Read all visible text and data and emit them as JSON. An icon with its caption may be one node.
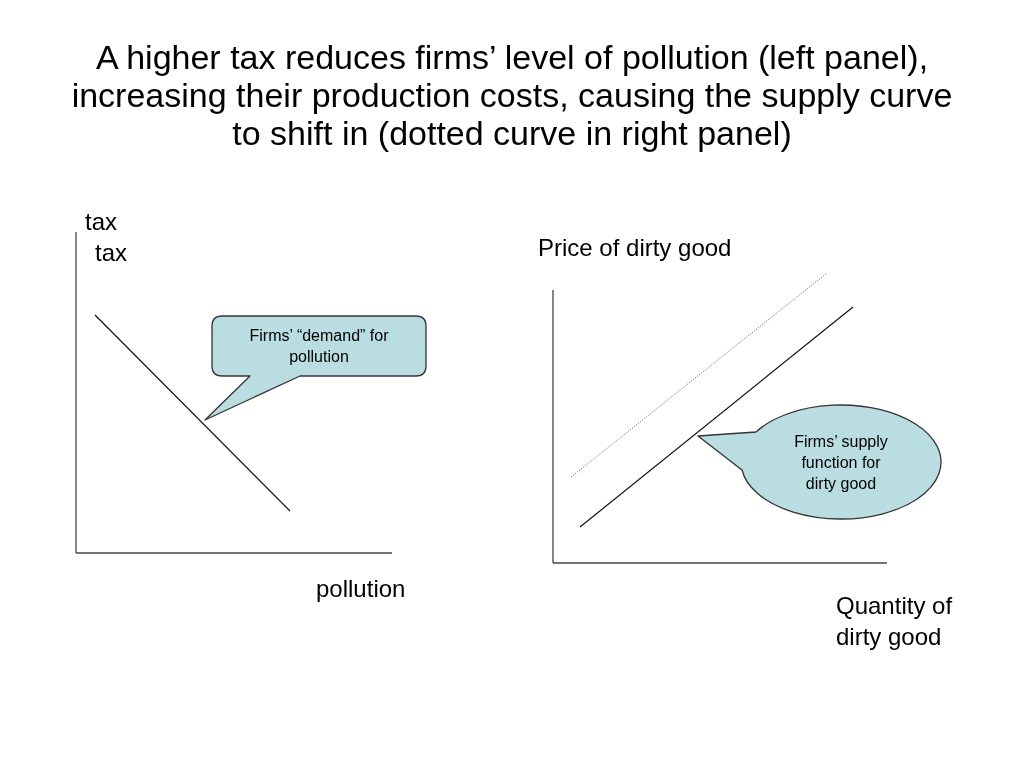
{
  "diagram": {
    "title": "A higher tax reduces firms’ level of pollution (left panel), increasing their production costs, causing the supply curve to shift in (dotted curve in right panel)",
    "nodes": [
      {
        "text": [
          "Firms’ “demand” for pollution"
        ]
      },
      {
        "text": [
          "Firms’ supply function for dirty good"
        ]
      }
    ],
    "labels": [
      "tax",
      "tax",
      "pollution",
      "Price of dirty good",
      "Quantity of dirty good"
    ]
  }
}
